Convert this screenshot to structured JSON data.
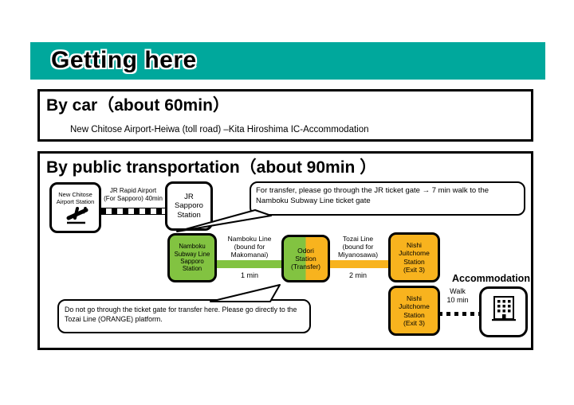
{
  "colors": {
    "teal": "#00A89C",
    "green": "#82C341",
    "yellow": "#F8B31E",
    "border": "#000000"
  },
  "header": {
    "title": "Getting here"
  },
  "by_car": {
    "title": "By car（about 60min）",
    "route": "New Chitose Airport-Heiwa (toll road) –Kita Hiroshima IC-Accommodation"
  },
  "by_public": {
    "title": "By public transportation（about 90min ）",
    "airport_box_label": "New Chitose\nAirport Station",
    "airplane_icon": "airplane-landing",
    "jr_rapid_label": "JR Rapid Airport\n(For Sapporo) 40min",
    "jr_sapporo_box_label": "JR\nSapporo\nStation",
    "transfer_callout": "For transfer, please go through the JR ticket gate → 7 min walk to the Namboku Subway Line ticket gate",
    "namboku_station_box_label": "Namboku\nSubway Line\nSapporo\nStation",
    "namboku_line_label": "Namboku Line\n(bound for\nMakomanai)",
    "namboku_time": "1 min",
    "odori_box_label": "Odori\nStation\n(Transfer)",
    "tozai_line_label": "Tozai Line\n(bound for\nMiyanosawa)",
    "tozai_time": "2 min",
    "nishi_box_upper_label": "Nishi\nJuitchome\nStation\n(Exit 3)",
    "nishi_box_lower_label": "Nishi\nJuitchome\nStation\n(Exit 3)",
    "accommodation_label": "Accommodation",
    "walk_label": "Walk\n10 min",
    "building_icon": "building",
    "no_gate_callout": "Do not go through the ticket gate for transfer here. Please go directly to the Tozai Line (ORANGE) platform."
  }
}
